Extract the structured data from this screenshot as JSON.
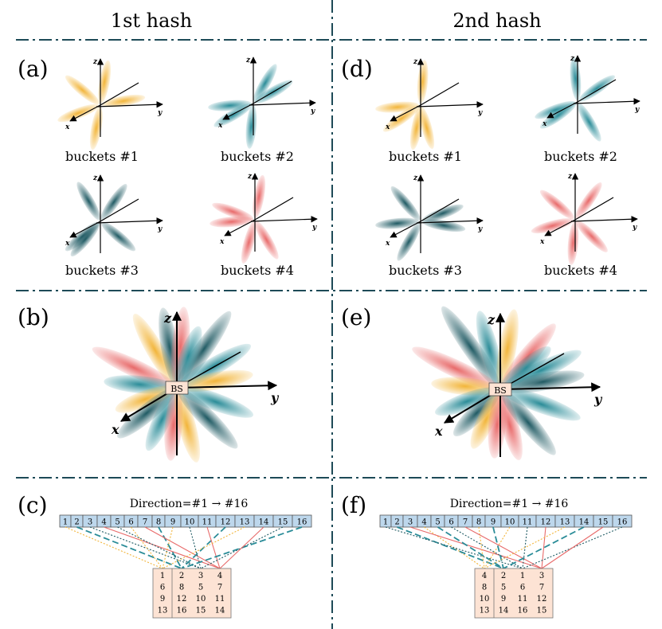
{
  "headers": {
    "left": "1st hash",
    "right": "2nd hash"
  },
  "panels": {
    "a": "(a)",
    "b": "(b)",
    "c": "(c)",
    "d": "(d)",
    "e": "(e)",
    "f": "(f)"
  },
  "axes": {
    "x": "x",
    "y": "y",
    "z": "z"
  },
  "bucket_captions": [
    "buckets #1",
    "buckets #2",
    "buckets #3",
    "buckets #4"
  ],
  "bs_label": "BS",
  "direction_label": "Direction=#1 → #16",
  "directions": [
    "1",
    "2",
    "3",
    "4",
    "5",
    "6",
    "7",
    "8",
    "9",
    "10",
    "11",
    "12",
    "13",
    "14",
    "15",
    "16"
  ],
  "colors": {
    "bucket1": "#f2b53a",
    "bucket2": "#2a8c98",
    "bucket3": "#1f5a63",
    "bucket4": "#e86a6a",
    "divider": "#1d4a57",
    "strip_fill": "#bdd7ec",
    "table_fill": "#fde3d4"
  },
  "tables": {
    "first_hash": [
      [
        "1",
        "2",
        "3",
        "4"
      ],
      [
        "6",
        "8",
        "5",
        "7"
      ],
      [
        "9",
        "12",
        "10",
        "11"
      ],
      [
        "13",
        "16",
        "15",
        "14"
      ]
    ],
    "second_hash": [
      [
        "4",
        "2",
        "1",
        "3"
      ],
      [
        "8",
        "5",
        "6",
        "7"
      ],
      [
        "10",
        "9",
        "11",
        "12"
      ],
      [
        "13",
        "14",
        "16",
        "15"
      ]
    ]
  }
}
